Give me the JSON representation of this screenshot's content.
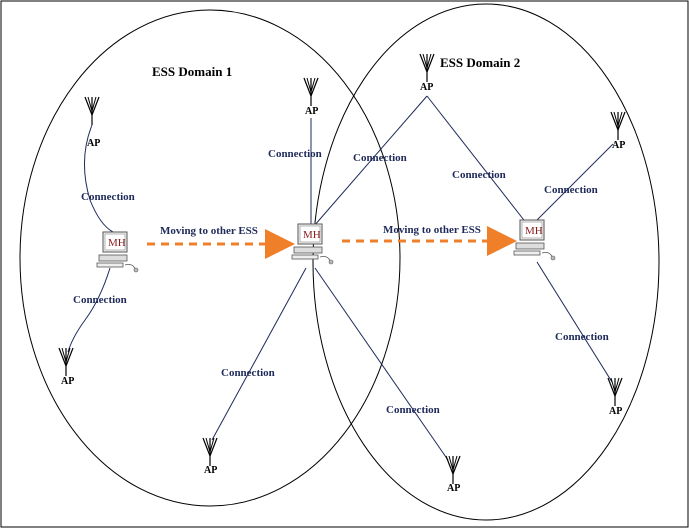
{
  "domains": [
    {
      "id": "domain-1",
      "label": "ESS Domain 1"
    },
    {
      "id": "domain-2",
      "label": "ESS Domain 2"
    }
  ],
  "access_points": [
    {
      "id": "ap-1",
      "label": "AP"
    },
    {
      "id": "ap-2",
      "label": "AP"
    },
    {
      "id": "ap-3",
      "label": "AP"
    },
    {
      "id": "ap-4",
      "label": "AP"
    },
    {
      "id": "ap-5",
      "label": "AP"
    },
    {
      "id": "ap-6",
      "label": "AP"
    },
    {
      "id": "ap-7",
      "label": "AP"
    },
    {
      "id": "ap-8",
      "label": "AP"
    }
  ],
  "hosts": [
    {
      "id": "mh-1",
      "label": "MH"
    },
    {
      "id": "mh-2",
      "label": "MH"
    },
    {
      "id": "mh-3",
      "label": "MH"
    }
  ],
  "connection_label": "Connection",
  "moves": [
    {
      "id": "move-1",
      "label": "Moving to other ESS"
    },
    {
      "id": "move-2",
      "label": "Moving to other ESS"
    }
  ],
  "colors": {
    "connection": "#1f2a5a",
    "arrow": "#f07f2a",
    "mh_label": "#8b1a1a"
  }
}
